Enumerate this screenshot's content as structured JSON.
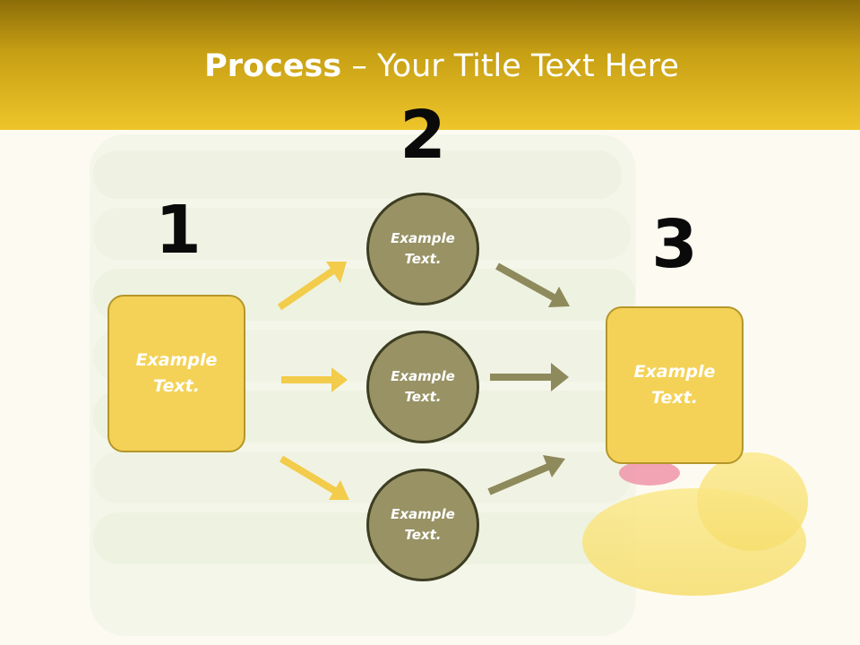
{
  "header": {
    "title_bold": "Process",
    "title_rest": " – Your Title Text Here"
  },
  "steps": {
    "one": "1",
    "two": "2",
    "three": "3"
  },
  "nodes": {
    "left_box": "Example Text.",
    "circle_top": "Example Text.",
    "circle_middle": "Example Text.",
    "circle_bottom": "Example Text.",
    "right_box": "Example Text."
  },
  "colors": {
    "header_top": "#8c6d08",
    "header_bottom": "#eec52a",
    "box_fill": "#f4d257",
    "circle_fill": "#989265",
    "arrow_yellow": "#f2cc4a",
    "arrow_olive": "#8e8a5c"
  }
}
